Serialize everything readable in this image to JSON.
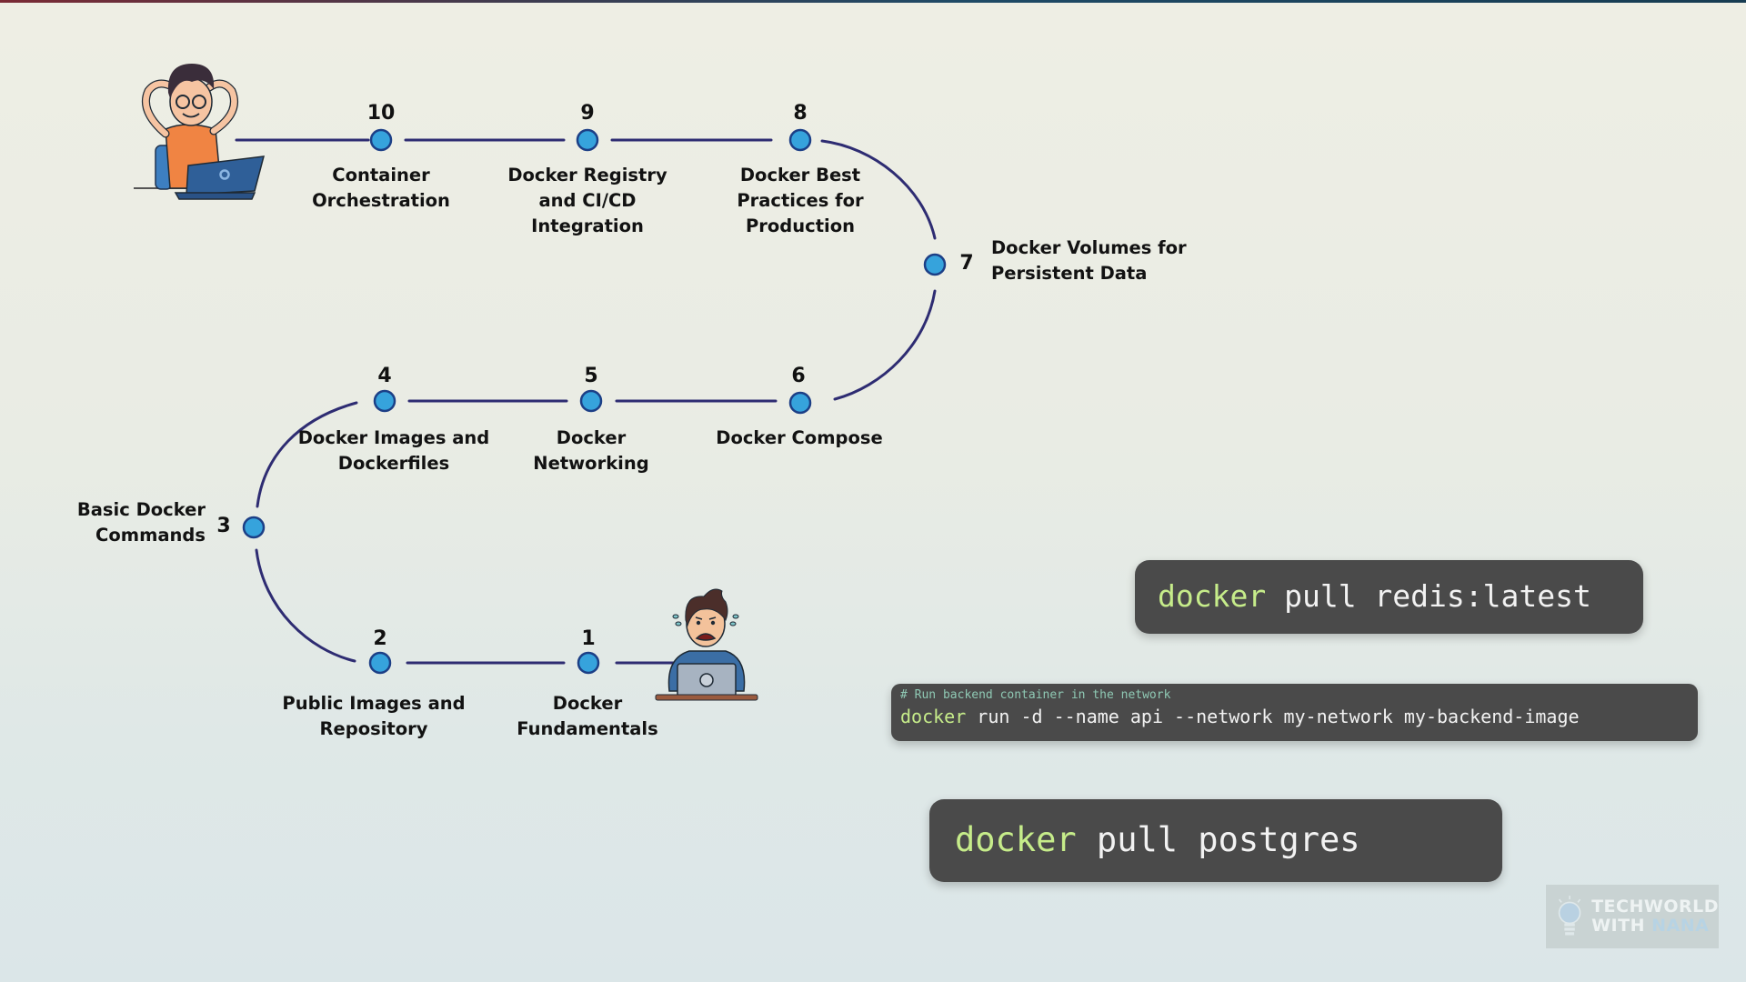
{
  "colors": {
    "path_line": "#2e2c72",
    "node_fill": "#36a3dc",
    "node_stroke": "#1c3f86",
    "code_bg": "#4a4a4a",
    "code_keyword": "#c6ec8a",
    "code_text": "#f2f2f2",
    "code_comment": "#8fc9b4"
  },
  "roadmap": {
    "steps": [
      {
        "number": "1",
        "label": "Docker\nFundamentals"
      },
      {
        "number": "2",
        "label": "Public Images and\nRepository"
      },
      {
        "number": "3",
        "label": "Basic Docker\nCommands"
      },
      {
        "number": "4",
        "label": "Docker Images and\nDockerfiles"
      },
      {
        "number": "5",
        "label": "Docker\nNetworking"
      },
      {
        "number": "6",
        "label": "Docker Compose"
      },
      {
        "number": "7",
        "label": "Docker Volumes for\nPersistent Data"
      },
      {
        "number": "8",
        "label": "Docker Best\nPractices for\nProduction"
      },
      {
        "number": "9",
        "label": "Docker Registry\nand CI/CD\nIntegration"
      },
      {
        "number": "10",
        "label": "Container\nOrchestration"
      }
    ],
    "start_illustration": "stressed-developer-at-laptop",
    "end_illustration": "relaxed-developer-at-laptop"
  },
  "code_snippets": [
    {
      "keyword": "docker",
      "rest": " pull redis:latest"
    },
    {
      "comment": "# Run backend container in the network",
      "keyword": "docker",
      "rest": " run -d --name api --network my-network my-backend-image"
    },
    {
      "keyword": "docker",
      "rest": " pull postgres"
    }
  ],
  "watermark": {
    "line1": "TECHWORLD",
    "line2_a": "WITH ",
    "line2_b": "NANA",
    "icon": "lightbulb-icon"
  }
}
